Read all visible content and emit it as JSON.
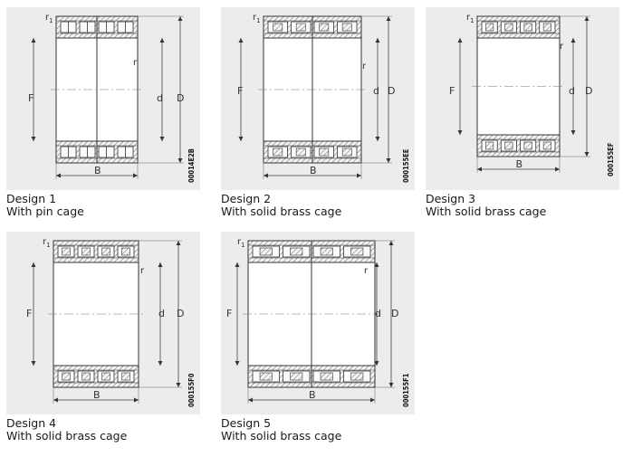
{
  "labels": {
    "F": "F",
    "d": "d",
    "D": "D",
    "B": "B",
    "r": "r",
    "r1": "r",
    "r1_sub": "1"
  },
  "designs": [
    {
      "title": "Design 1",
      "subtitle": "With pin cage",
      "code": "00014E2B",
      "variant": "pin",
      "rings": "two"
    },
    {
      "title": "Design 2",
      "subtitle": "With solid brass cage",
      "code": "000155EE",
      "variant": "brass",
      "rings": "two"
    },
    {
      "title": "Design 3",
      "subtitle": "With solid brass cage",
      "code": "000155EF",
      "variant": "brass3",
      "rings": "one"
    },
    {
      "title": "Design 4",
      "subtitle": "With solid brass cage",
      "code": "000155F0",
      "variant": "brass4",
      "rings": "one"
    },
    {
      "title": "Design 5",
      "subtitle": "With solid brass cage",
      "code": "000155F1",
      "variant": "brass5",
      "rings": "two"
    }
  ]
}
